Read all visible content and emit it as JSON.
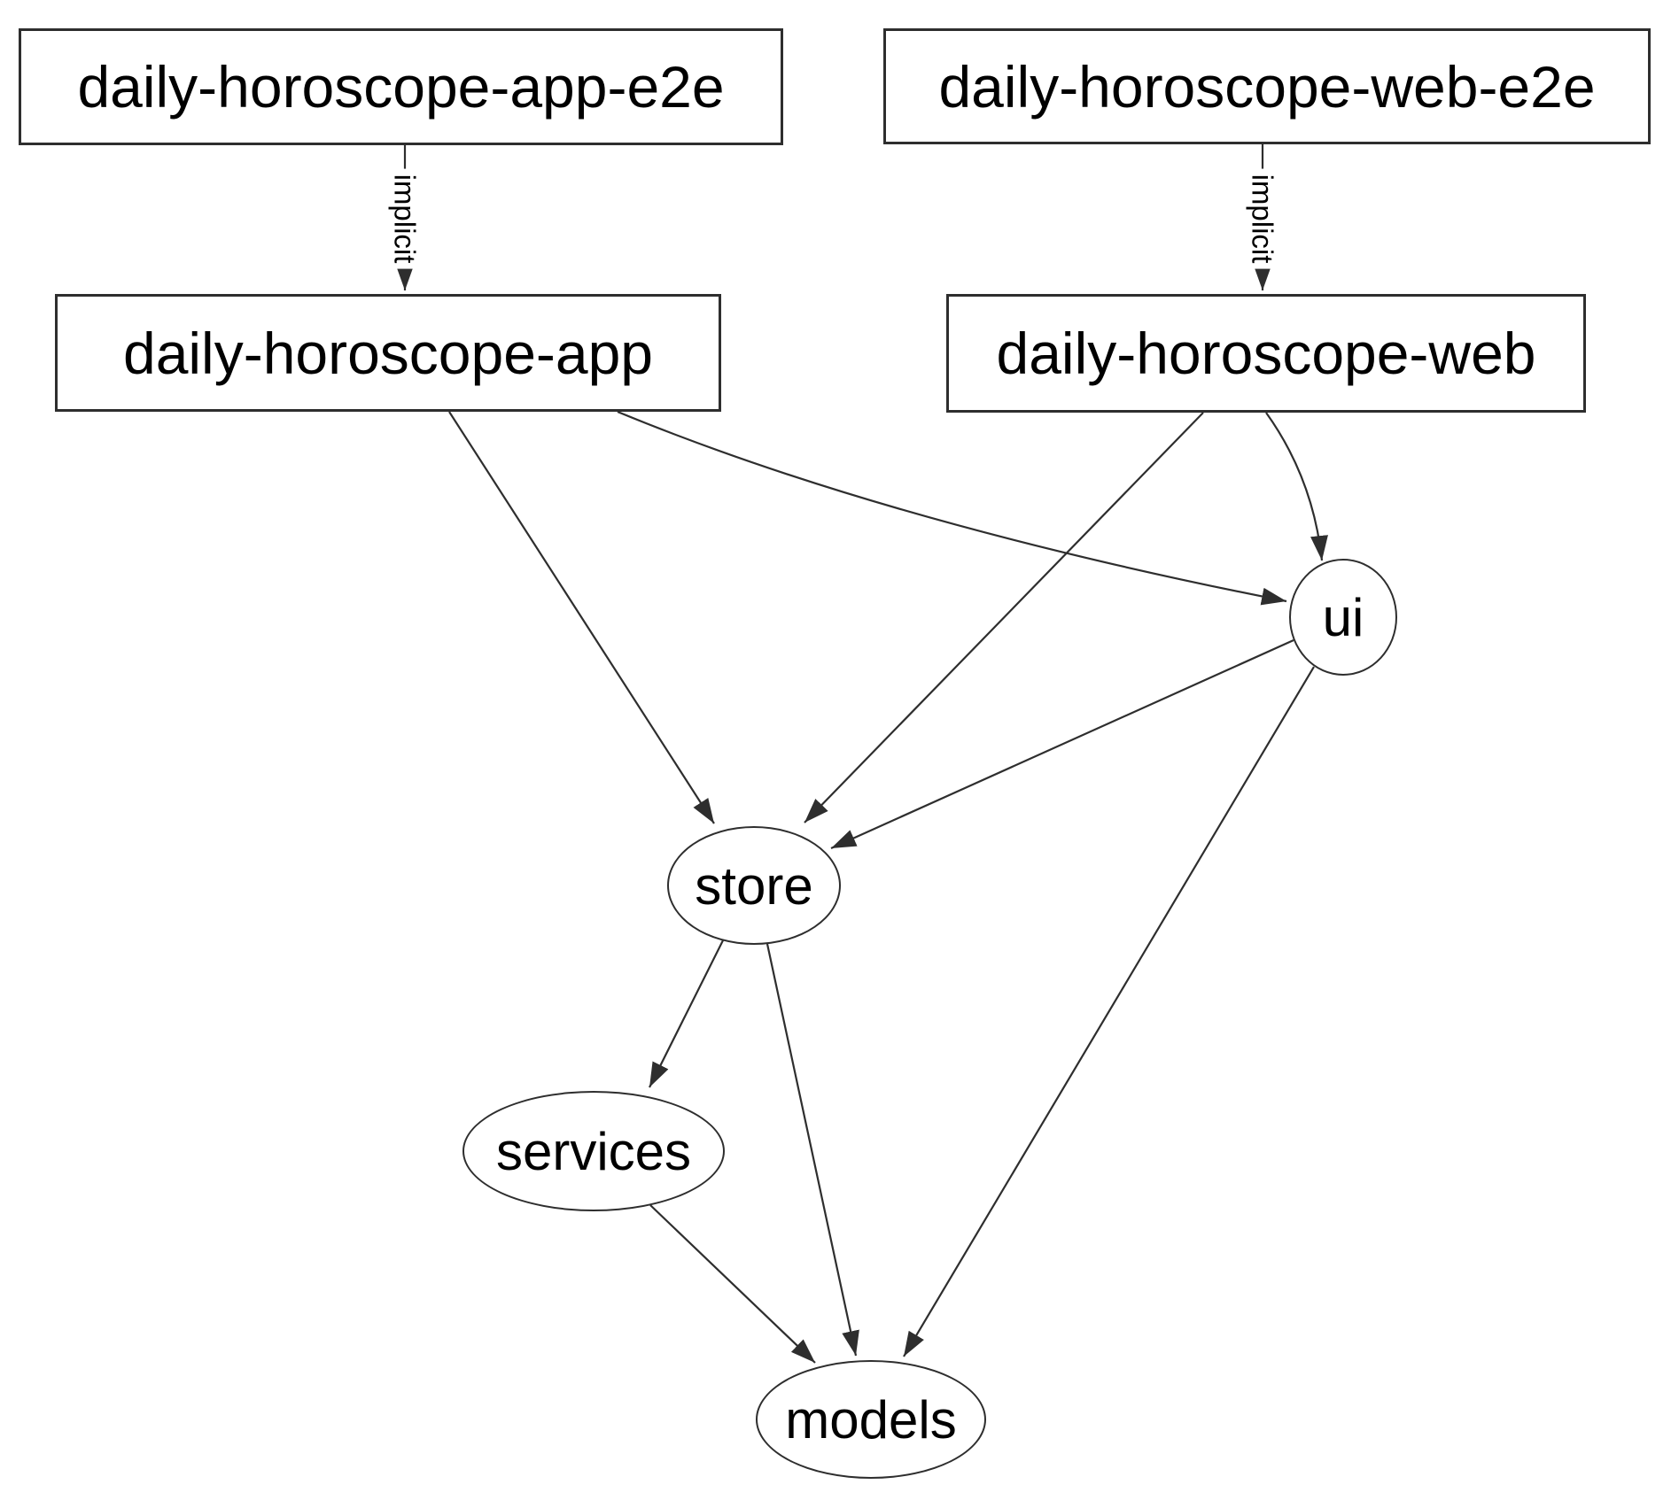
{
  "diagram": {
    "colors": {
      "background": "#ffffff",
      "stroke": "#2e2e2e",
      "text": "#000000"
    },
    "nodes": {
      "app_e2e": {
        "label": "daily-horoscope-app-e2e",
        "shape": "rect"
      },
      "web_e2e": {
        "label": "daily-horoscope-web-e2e",
        "shape": "rect"
      },
      "app": {
        "label": "daily-horoscope-app",
        "shape": "rect"
      },
      "web": {
        "label": "daily-horoscope-web",
        "shape": "rect"
      },
      "ui": {
        "label": "ui",
        "shape": "ellipse"
      },
      "store": {
        "label": "store",
        "shape": "ellipse"
      },
      "services": {
        "label": "services",
        "shape": "ellipse"
      },
      "models": {
        "label": "models",
        "shape": "ellipse"
      }
    },
    "edges": [
      {
        "from": "daily-horoscope-app-e2e",
        "to": "daily-horoscope-app",
        "label": "implicit"
      },
      {
        "from": "daily-horoscope-web-e2e",
        "to": "daily-horoscope-web",
        "label": "implicit"
      },
      {
        "from": "daily-horoscope-app",
        "to": "store",
        "label": ""
      },
      {
        "from": "daily-horoscope-app",
        "to": "ui",
        "label": ""
      },
      {
        "from": "daily-horoscope-web",
        "to": "store",
        "label": ""
      },
      {
        "from": "daily-horoscope-web",
        "to": "ui",
        "label": ""
      },
      {
        "from": "ui",
        "to": "store",
        "label": ""
      },
      {
        "from": "ui",
        "to": "models",
        "label": ""
      },
      {
        "from": "store",
        "to": "services",
        "label": ""
      },
      {
        "from": "store",
        "to": "models",
        "label": ""
      },
      {
        "from": "services",
        "to": "models",
        "label": ""
      }
    ]
  }
}
